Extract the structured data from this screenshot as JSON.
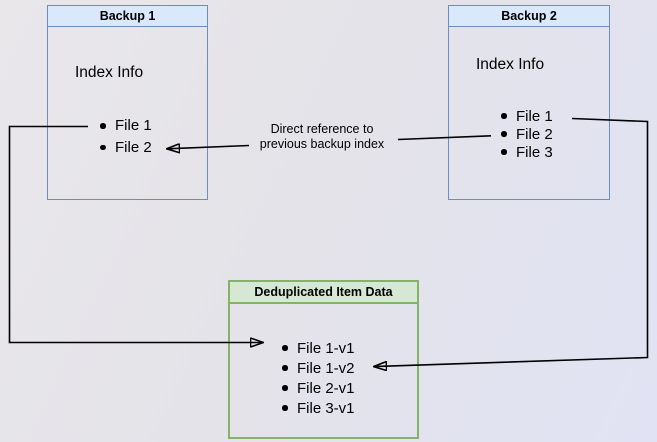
{
  "colors": {
    "blue_fill": "#dae8fc",
    "blue_border": "#6c8ebf",
    "green_fill": "#d5e8d4",
    "green_border": "#82b366",
    "arrow": "#000000",
    "text": "#000000"
  },
  "boxes": {
    "backup1": {
      "title": "Backup 1",
      "subtitle": "Index Info",
      "items": [
        "File 1",
        "File 2"
      ]
    },
    "backup2": {
      "title": "Backup 2",
      "subtitle": "Index Info",
      "items": [
        "File 1",
        "File 2",
        "File 3"
      ]
    },
    "dedup": {
      "title": "Deduplicated Item Data",
      "items": [
        "File 1-v1",
        "File 1-v2",
        "File 2-v1",
        "File 3-v1"
      ]
    }
  },
  "edge_label": {
    "line1": "Direct reference to",
    "line2": "previous backup index"
  }
}
